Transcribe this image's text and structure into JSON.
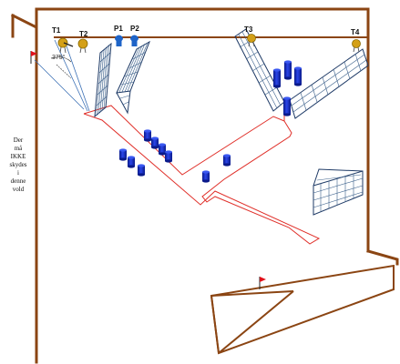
{
  "targets": [
    {
      "label": "T1",
      "color": "#d4a017"
    },
    {
      "label": "T2",
      "color": "#d4a017"
    },
    {
      "label": "T3",
      "color": "#d4a017"
    },
    {
      "label": "T4",
      "color": "#d4a017"
    }
  ],
  "poppers": [
    {
      "label": "P1",
      "color": "#1e64c8"
    },
    {
      "label": "P2",
      "color": "#1e64c8"
    }
  ],
  "angle_label": "375°",
  "note_lines": [
    "Der",
    "må",
    "IKKE",
    "skydes",
    "i",
    "denne",
    "vold"
  ],
  "colors": {
    "wall": "#8B4513",
    "fault_line": "#e0302a",
    "barrel": "#1a2fcc",
    "flag": "#e0101a",
    "mesh": "#3a5f8a"
  },
  "icons": [
    "flag-icon",
    "barrel-icon",
    "target-icon",
    "popper-icon",
    "mesh-wall-icon"
  ]
}
